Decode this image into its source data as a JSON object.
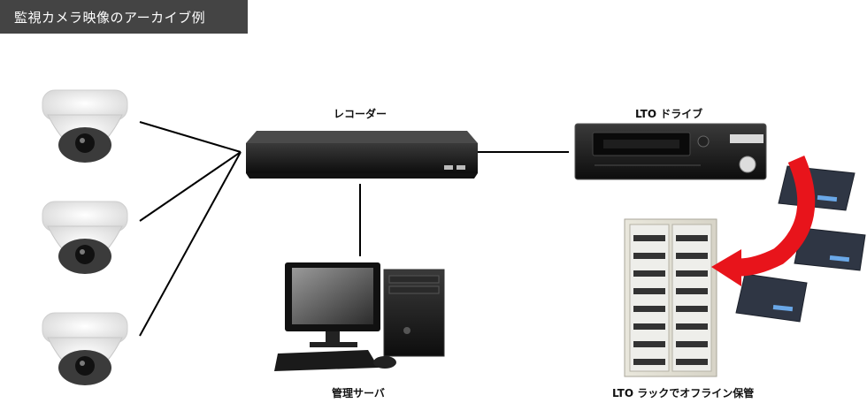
{
  "title": "監視カメラ映像のアーカイブ例",
  "labels": {
    "recorder": "レコーダー",
    "lto_drive": "LTO ドライブ",
    "server": "管理サーバ",
    "rack": "LTO ラックでオフライン保管"
  },
  "colors": {
    "title_bg": "#444444",
    "arrow": "#e8141b",
    "lines": "#000000"
  },
  "icons": [
    "dome-camera-icon",
    "recorder-icon",
    "lto-drive-icon",
    "server-pc-icon",
    "lto-tape-icon",
    "storage-rack-icon"
  ]
}
